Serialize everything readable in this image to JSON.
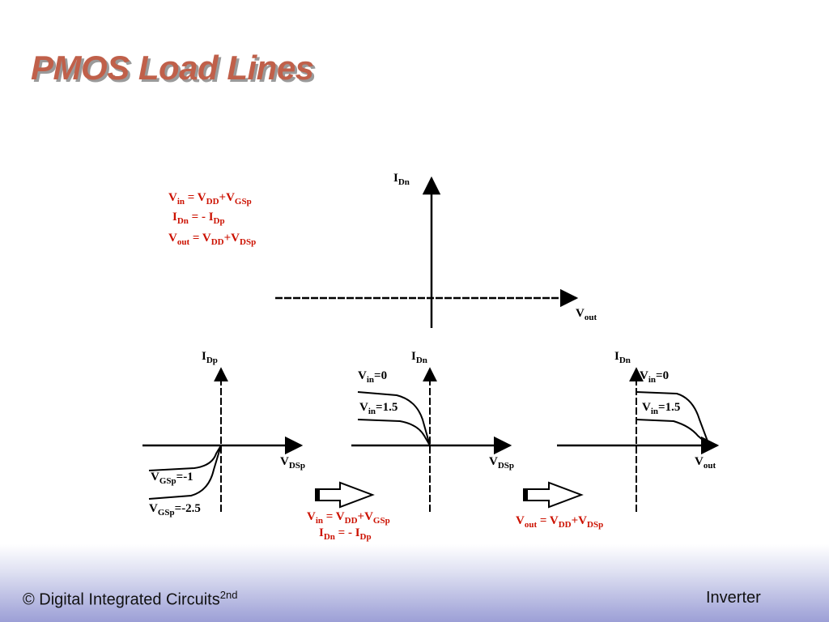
{
  "slide": {
    "title": "PMOS Load Lines"
  },
  "equations_top": {
    "vin": {
      "v": "V",
      "in": "in",
      "eq": " = V",
      "dd": "DD",
      "plus": "+V",
      "gsp": "GSp"
    },
    "idn": {
      "i": "I",
      "dn": "Dn",
      "eq": " = - I",
      "dp": "Dp"
    },
    "vout": {
      "v": "V",
      "out": "out",
      "eq": " = V",
      "dd": "DD",
      "plus": "+V",
      "dsp": "DSp"
    }
  },
  "top_plot": {
    "y_axis": {
      "main": "I",
      "sub": "Dn"
    },
    "x_axis": {
      "main": "V",
      "sub": "out"
    }
  },
  "plot_left": {
    "y_axis": {
      "main": "I",
      "sub": "Dp"
    },
    "x_axis": {
      "main": "V",
      "sub": "DSp"
    },
    "curve1": {
      "main": "V",
      "sub": "GSp",
      "val": "=-1"
    },
    "curve2": {
      "main": "V",
      "sub": "GSp",
      "val": "=-2.5"
    }
  },
  "plot_mid": {
    "y_axis": {
      "main": "I",
      "sub": "Dn"
    },
    "x_axis": {
      "main": "V",
      "sub": "DSp"
    },
    "curve1": {
      "main": "V",
      "sub": "in",
      "val": "=0"
    },
    "curve2": {
      "main": "V",
      "sub": "in",
      "val": "=1.5"
    }
  },
  "plot_right": {
    "y_axis": {
      "main": "I",
      "sub": "Dn"
    },
    "x_axis": {
      "main": "V",
      "sub": "out"
    },
    "curve1": {
      "main": "V",
      "sub": "in",
      "val": "=0"
    },
    "curve2": {
      "main": "V",
      "sub": "in",
      "val": "=1.5"
    }
  },
  "transform1": {
    "vin": {
      "v": "V",
      "in": "in",
      "eq": " = V",
      "dd": "DD",
      "plus": "+V",
      "gsp": "GSp"
    },
    "idn": {
      "i": "I",
      "dn": "Dn",
      "eq": " = - I",
      "dp": "Dp"
    }
  },
  "transform2": {
    "vout": {
      "v": "V",
      "out": "out",
      "eq": " = V",
      "dd": "DD",
      "plus": "+V",
      "dsp": "DSp"
    }
  },
  "footer": {
    "left": "© Digital Integrated Circuits",
    "left_sup": "2nd",
    "right": "Inverter"
  },
  "colors": {
    "title": "#c0604a",
    "equation": "#cc1100",
    "footer_gradient_end": "#9c9fd6"
  }
}
